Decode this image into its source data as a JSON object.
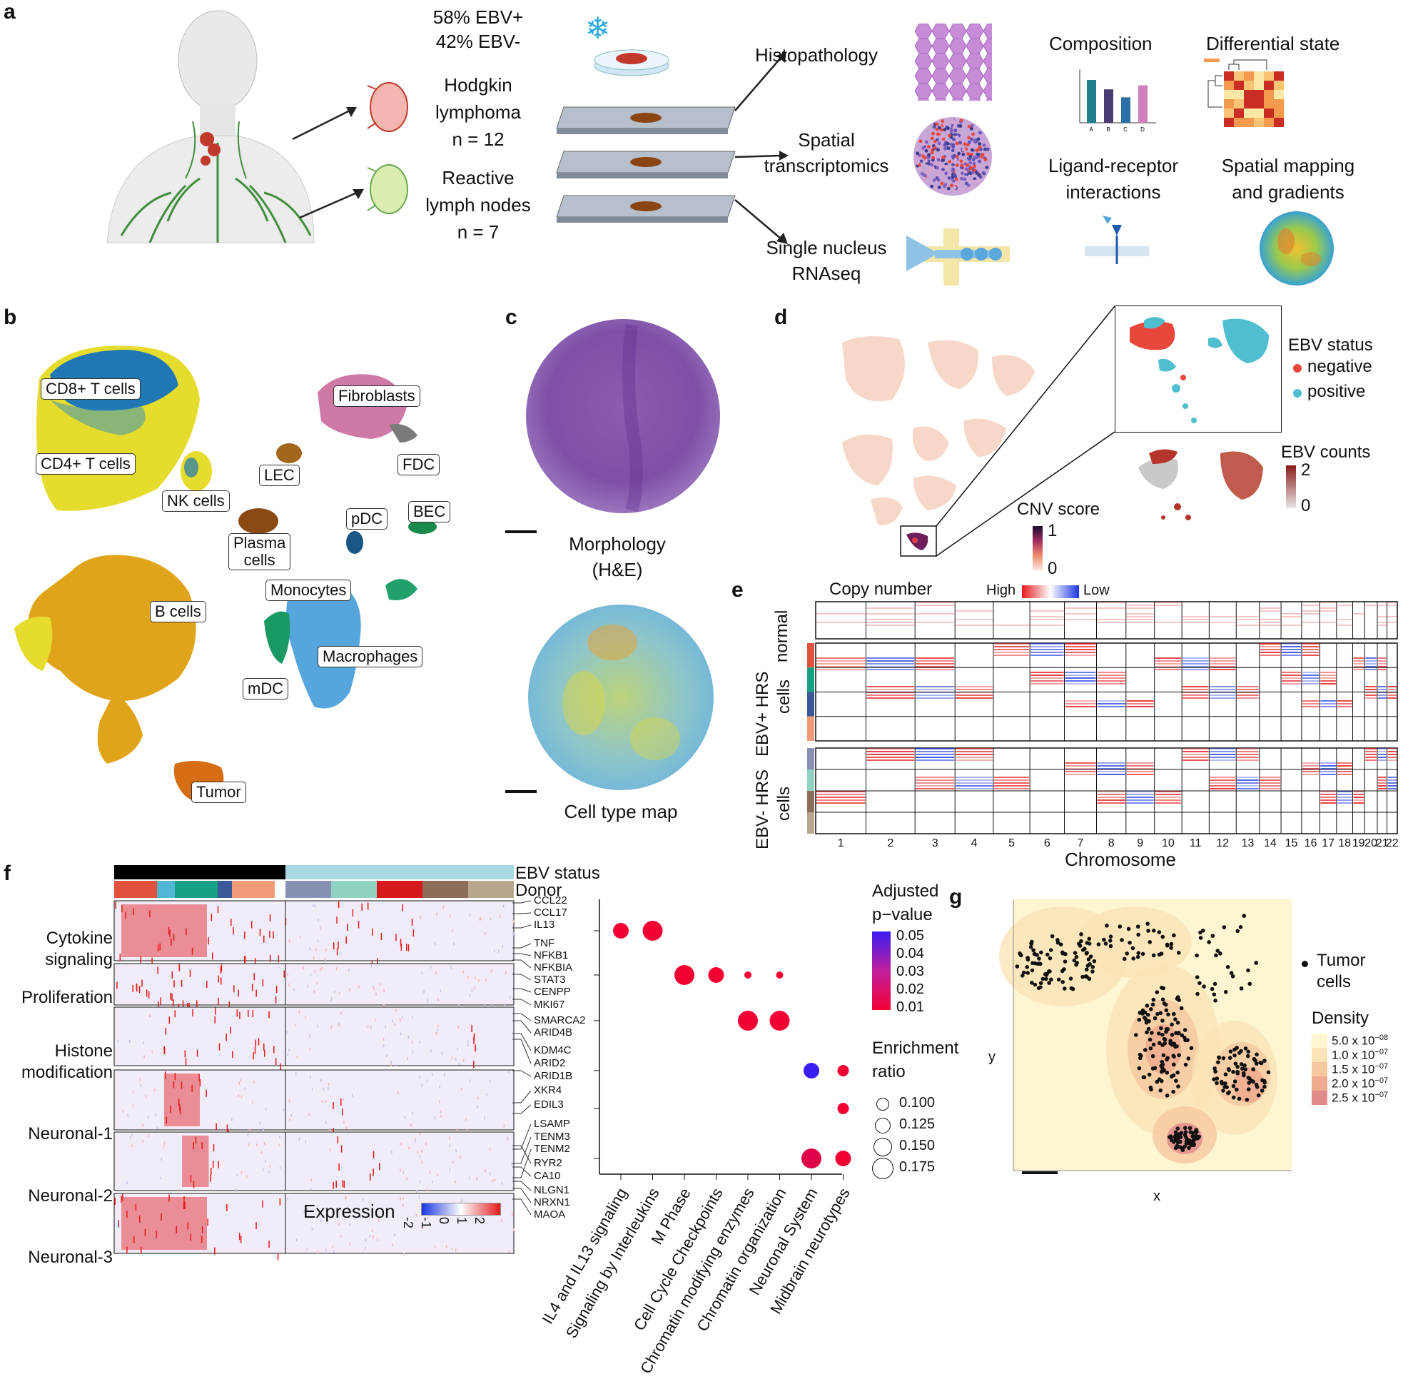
{
  "panel_a": {
    "label": "a",
    "ebv_pos": "58% EBV+",
    "ebv_neg": "42% EBV-",
    "hl_title": "Hodgkin lymphoma",
    "hl_title_1": "Hodgkin",
    "hl_title_2": "lymphoma",
    "hl_n": "n = 12",
    "rln_title_1": "Reactive",
    "rln_title_2": "lymph nodes",
    "rln_n": "n = 7",
    "method_histo": "Histopathology",
    "method_spatial_1": "Spatial",
    "method_spatial_2": "transcriptomics",
    "method_sn_1": "Single nucleus",
    "method_sn_2": "RNAseq",
    "analysis_composition": "Composition",
    "analysis_diff": "Differential state",
    "analysis_lr_1": "Ligand-receptor",
    "analysis_lr_2": "interactions",
    "analysis_sm_1": "Spatial mapping",
    "analysis_sm_2": "and gradients",
    "bar_values": [
      1.6,
      1.25,
      0.95,
      1.4
    ],
    "bar_categories": [
      "A",
      "B",
      "C",
      "D"
    ],
    "bar_colors": [
      "#1f7f8c",
      "#4a3b73",
      "#2c6ea6",
      "#d27fbd"
    ]
  },
  "panel_b": {
    "label": "b",
    "clusters": [
      "CD8+ T cells",
      "CD4+  T cells",
      "NK cells",
      "LEC",
      "Fibroblasts",
      "FDC",
      "Plasma cells",
      "pDC",
      "BEC",
      "Monocytes",
      "B cells",
      "Macrophages",
      "mDC",
      "Tumor"
    ],
    "plasma_1": "Plasma",
    "plasma_2": "cells"
  },
  "panel_c": {
    "label": "c",
    "he_caption_1": "Morphology",
    "he_caption_2": "(H&E)",
    "map_caption": "Cell type map"
  },
  "panel_d": {
    "label": "d",
    "legend_title": "EBV status",
    "legend_neg": "negative",
    "legend_pos": "positive",
    "counts_title": "EBV counts",
    "counts_max": "2",
    "counts_min": "0",
    "cnv_title": "CNV score",
    "cnv_max": "1",
    "cnv_min": "0",
    "neg_color": "#e8473c",
    "pos_color": "#4fbfd0"
  },
  "panel_e": {
    "label": "e",
    "title": "Copy number",
    "high": "High",
    "low": "Low",
    "row_normal": "normal",
    "row_ebvpos": "EBV+ HRS cells",
    "row_ebvpos_1": "EBV+ HRS",
    "row_ebvpos_2": "cells",
    "row_ebvneg_1": "EBV- HRS",
    "row_ebvneg_2": "cells",
    "chromosomes": [
      "1",
      "2",
      "3",
      "4",
      "5",
      "6",
      "7",
      "8",
      "9",
      "10",
      "11",
      "12",
      "13",
      "14",
      "15",
      "16",
      "17",
      "18",
      "19",
      "20",
      "21",
      "22"
    ],
    "xlabel": "Chromosome"
  },
  "panel_f": {
    "label": "f",
    "ebv_status": "EBV status",
    "donor": "Donor",
    "modules": [
      "Cytokine signaling",
      "Proliferation",
      "Histone modification",
      "Neuronal-1",
      "Neuronal-2",
      "Neuronal-3"
    ],
    "module_lines": [
      [
        "Cytokine",
        "signaling"
      ],
      [
        "Proliferation"
      ],
      [
        "Histone",
        "modification"
      ],
      [
        "Neuronal-1"
      ],
      [
        "Neuronal-2"
      ],
      [
        "Neuronal-3"
      ]
    ],
    "genes": [
      "CCL22",
      "CCL17",
      "IL13",
      "TNF",
      "NFKB1",
      "NFKBIA",
      "STAT3",
      "CENPP",
      "MKI67",
      "SMARCA2",
      "ARID4B",
      "KDM4C",
      "ARID2",
      "ARID1B",
      "XKR4",
      "EDIL3",
      "LSAMP",
      "TENM3",
      "TENM2",
      "RYR2",
      "CA10",
      "NLGN1",
      "NRXN1",
      "MAOA"
    ],
    "expr_title": "Expression",
    "expr_ticks": [
      "-2",
      "-1",
      "0",
      "1",
      "2"
    ],
    "pathways": [
      "IL4 and IL13 signaling",
      "Signaling by Interleukins",
      "M Phase",
      "Cell Cycle Checkpoints",
      "Chromatin modifying enzymes",
      "Chromatin organization",
      "Neuronal System",
      "Midbrain neurotypes"
    ],
    "padj_title_1": "Adjusted",
    "padj_title_2": "p−value",
    "padj_ticks": [
      "0.05",
      "0.04",
      "0.03",
      "0.02",
      "0.01"
    ],
    "er_title_1": "Enrichment",
    "er_title_2": "ratio",
    "er_ticks": [
      "0.100",
      "0.125",
      "0.150",
      "0.175"
    ],
    "donor_colors_pos": [
      "#e0523c",
      "#4fb6d6",
      "#16a084",
      "#3b5998",
      "#f29a78"
    ],
    "donor_colors_neg": [
      "#8691b4",
      "#90d2c2",
      "#d7191c",
      "#8c6d5a",
      "#b9a78d"
    ]
  },
  "chart_data": {
    "type": "scatter",
    "title": "Enrichment of gene modules",
    "x": [
      "IL4 and IL13 signaling",
      "Signaling by Interleukins",
      "M Phase",
      "Cell Cycle Checkpoints",
      "Chromatin modifying enzymes",
      "Chromatin organization",
      "Neuronal System",
      "Midbrain neurotypes"
    ],
    "y_categories": [
      "Cytokine signaling",
      "Proliferation",
      "Histone modification",
      "Neuronal-1",
      "Neuronal-2",
      "Neuronal-3"
    ],
    "points": [
      {
        "x": "IL4 and IL13 signaling",
        "y": "Cytokine signaling",
        "enrichment_ratio": 0.15,
        "padj": 0.005
      },
      {
        "x": "Signaling by Interleukins",
        "y": "Cytokine signaling",
        "enrichment_ratio": 0.175,
        "padj": 0.005
      },
      {
        "x": "M Phase",
        "y": "Proliferation",
        "enrichment_ratio": 0.175,
        "padj": 0.005
      },
      {
        "x": "Cell Cycle Checkpoints",
        "y": "Proliferation",
        "enrichment_ratio": 0.15,
        "padj": 0.005
      },
      {
        "x": "Chromatin modifying enzymes",
        "y": "Proliferation",
        "enrichment_ratio": 0.1,
        "padj": 0.005
      },
      {
        "x": "Chromatin organization",
        "y": "Proliferation",
        "enrichment_ratio": 0.1,
        "padj": 0.005
      },
      {
        "x": "Chromatin modifying enzymes",
        "y": "Histone modification",
        "enrichment_ratio": 0.175,
        "padj": 0.005
      },
      {
        "x": "Chromatin organization",
        "y": "Histone modification",
        "enrichment_ratio": 0.175,
        "padj": 0.005
      },
      {
        "x": "Neuronal System",
        "y": "Neuronal-1",
        "enrichment_ratio": 0.15,
        "padj": 0.05
      },
      {
        "x": "Midbrain neurotypes",
        "y": "Neuronal-1",
        "enrichment_ratio": 0.125,
        "padj": 0.005
      },
      {
        "x": "Midbrain neurotypes",
        "y": "Neuronal-2",
        "enrichment_ratio": 0.125,
        "padj": 0.005
      },
      {
        "x": "Neuronal System",
        "y": "Neuronal-3",
        "enrichment_ratio": 0.175,
        "padj": 0.01
      },
      {
        "x": "Midbrain neurotypes",
        "y": "Neuronal-3",
        "enrichment_ratio": 0.15,
        "padj": 0.005
      }
    ],
    "legend": [
      "Adjusted p−value",
      "Enrichment ratio"
    ]
  },
  "panel_g": {
    "label": "g",
    "xlabel": "x",
    "ylabel": "y",
    "legend_tumor_1": "Tumor",
    "legend_tumor_2": "cells",
    "density_title": "Density",
    "density_levels": [
      "5.0 x 10",
      "1.0 x 10",
      "1.5 x 10",
      "2.0 x 10",
      "2.5 x 10"
    ],
    "density_exp": [
      "−08",
      "−07",
      "−07",
      "−07",
      "−07"
    ],
    "density_colors": [
      "#fdf6d0",
      "#fbe3b8",
      "#f6c8a0",
      "#efa98d",
      "#e08a8a"
    ]
  }
}
